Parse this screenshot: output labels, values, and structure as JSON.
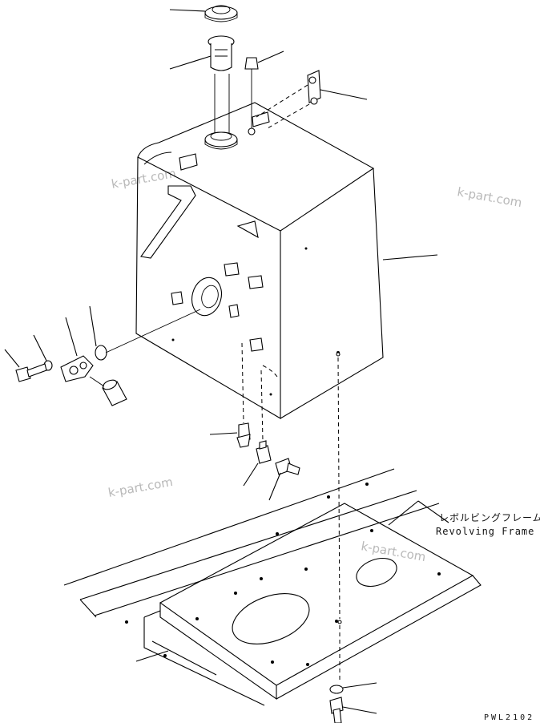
{
  "labels": {
    "revolving_frame_jp": "レボルビングフレーム",
    "revolving_frame_en": "Revolving Frame",
    "drawing_code": "PWL2102"
  },
  "watermarks": [
    "k-part.com",
    "k-part.com",
    "k-part.com",
    "k-part.com"
  ]
}
